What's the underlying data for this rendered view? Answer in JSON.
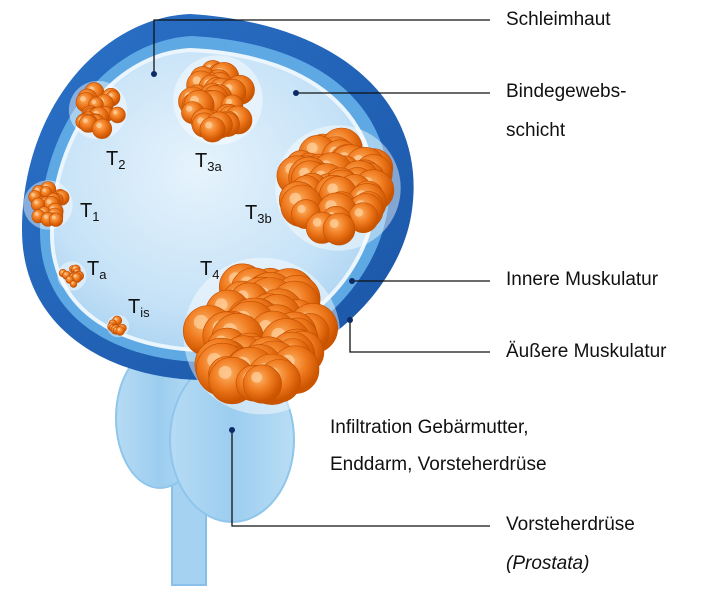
{
  "labels": {
    "schleimhaut": "Schleimhaut",
    "binde_1": "Bindegewebs-",
    "binde_2": "schicht",
    "innere": "Innere Muskulatur",
    "aeussere": "Äußere Muskulatur",
    "infil_1": "Infiltration Gebärmutter,",
    "infil_2": "Enddarm, Vorsteherdrüse",
    "vorsteher": "Vorsteherdrüse",
    "prostata": "(Prostata)"
  },
  "stages": {
    "t2": {
      "main": "T",
      "sub": "2"
    },
    "t3a": {
      "main": "T",
      "sub": "3a"
    },
    "t1": {
      "main": "T",
      "sub": "1"
    },
    "t3b": {
      "main": "T",
      "sub": "3b"
    },
    "ta": {
      "main": "T",
      "sub": "a"
    },
    "t4": {
      "main": "T",
      "sub": "4"
    },
    "tis": {
      "main": "T",
      "sub": "is"
    }
  },
  "colors": {
    "outer_wall": "#1f63b8",
    "inner_wall": "#5aa6e3",
    "lumen": "#cfe6f8",
    "prostate": "#a9d3f1",
    "tumor": "#f07a1e",
    "tumor_dark": "#d35400",
    "tumor_light": "#fbb064"
  }
}
